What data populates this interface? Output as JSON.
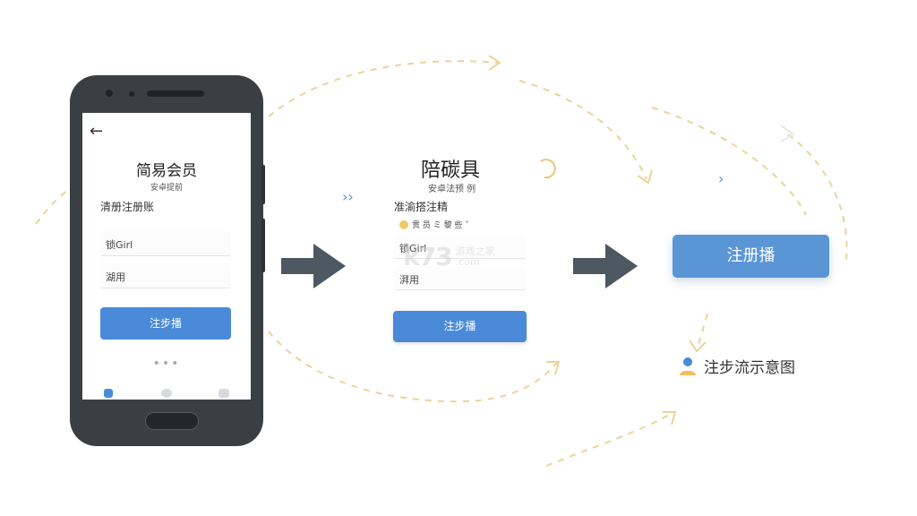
{
  "phone": {
    "title": "简易会员",
    "subtitle": "安卓提前",
    "form_label": "清册注册账",
    "fields": [
      "锁Girl",
      "湖用"
    ],
    "button": "注步播",
    "dots": "•••"
  },
  "middle": {
    "title": "陪碳具",
    "subtitle": "安卓法预 例",
    "form_label": "准渝搭注精",
    "toast": "贯  员    ミ    黎    些    ˇ",
    "fields": [
      "锁Girl",
      "湃用"
    ],
    "button": "注步播"
  },
  "final": {
    "button": "注册播",
    "legend": "注步流示意图"
  },
  "watermark": {
    "brand": "k73",
    "cn": "游戏之家",
    "domain": ".com"
  },
  "colors": {
    "accent": "#4a8ad8",
    "phone_body": "#3b3f44",
    "arrow": "#4d5863",
    "flow_line": "#ecd39a"
  },
  "icons": [
    "back-arrow-icon",
    "arrow-right-icon",
    "user-icon",
    "chevron-right-icon"
  ]
}
